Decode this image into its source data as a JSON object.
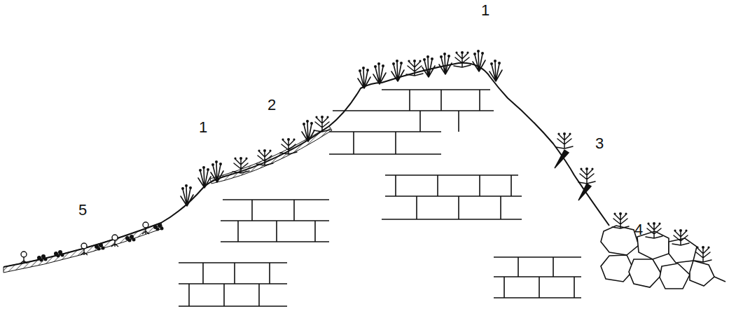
{
  "diagram": {
    "labels": [
      "5",
      "1",
      "2",
      "1",
      "3",
      "4"
    ]
  }
}
